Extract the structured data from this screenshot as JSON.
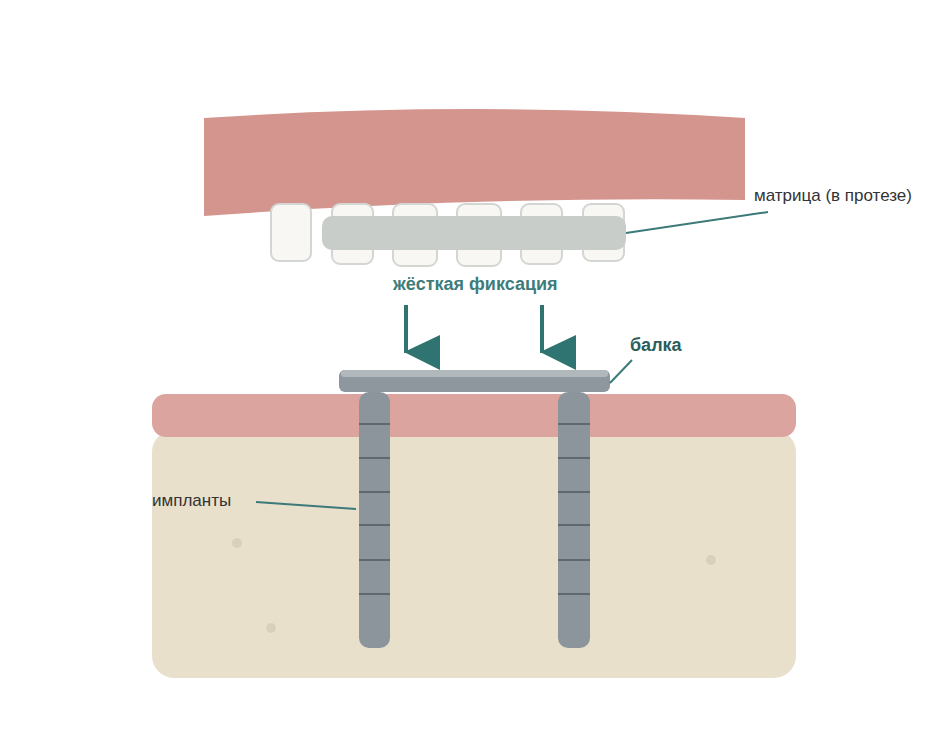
{
  "diagram": {
    "labels": [
      "матрица (в протезе)",
      "жёсткая фиксация",
      "балка",
      "импланты"
    ]
  }
}
